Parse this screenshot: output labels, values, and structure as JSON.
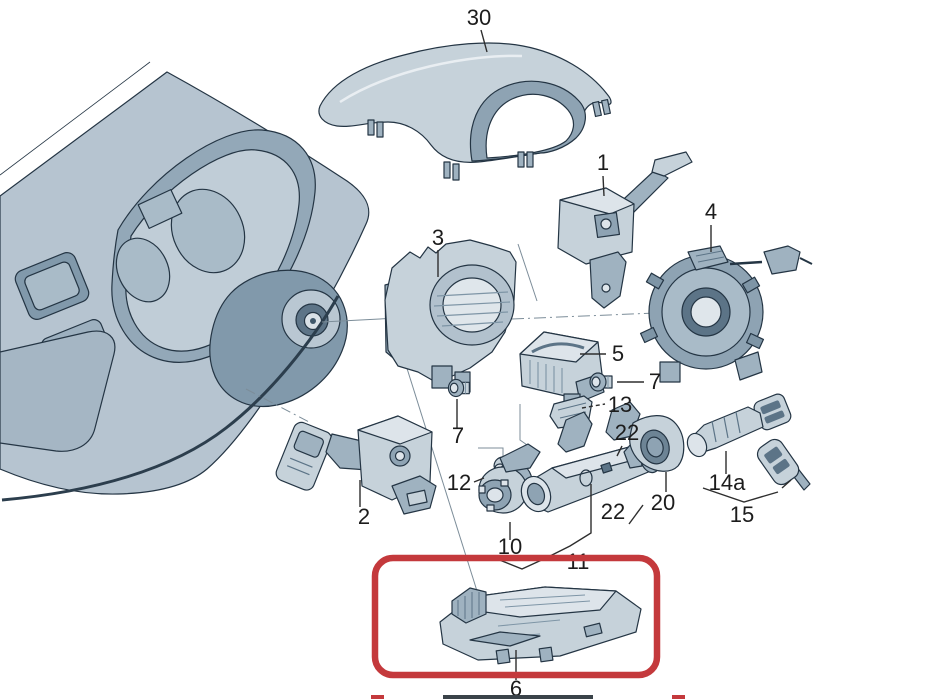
{
  "diagram": {
    "description": "exploded parts diagram of steering column switches and ignition lock with dashboard illustration",
    "background": "#ffffff",
    "colors": {
      "line": "#243544",
      "part_base": "#c6d2da",
      "part_light": "#dde4ea",
      "part_mid": "#9fb2c0",
      "part_dark": "#7e95a6",
      "part_deep": "#5c7487",
      "leader": "#2e2e2e",
      "axis": "#7c8d99",
      "highlight": "#c4393c",
      "label_text": "#1c1c1c"
    },
    "labels": [
      {
        "text": "30"
      },
      {
        "text": "1"
      },
      {
        "text": "3"
      },
      {
        "text": "4"
      },
      {
        "text": "5"
      },
      {
        "text": "7"
      },
      {
        "text": "13"
      },
      {
        "text": "22"
      },
      {
        "text": "7"
      },
      {
        "text": "12"
      },
      {
        "text": "2"
      },
      {
        "text": "10"
      },
      {
        "text": "22"
      },
      {
        "text": "11"
      },
      {
        "text": "20"
      },
      {
        "text": "14a"
      },
      {
        "text": "15"
      },
      {
        "text": "6"
      }
    ],
    "highlight_box": {
      "encloses_label": "6",
      "color": "#c4393c"
    },
    "bottom_edge": {
      "dark_strip": true,
      "red_tick_marks": 2
    }
  }
}
